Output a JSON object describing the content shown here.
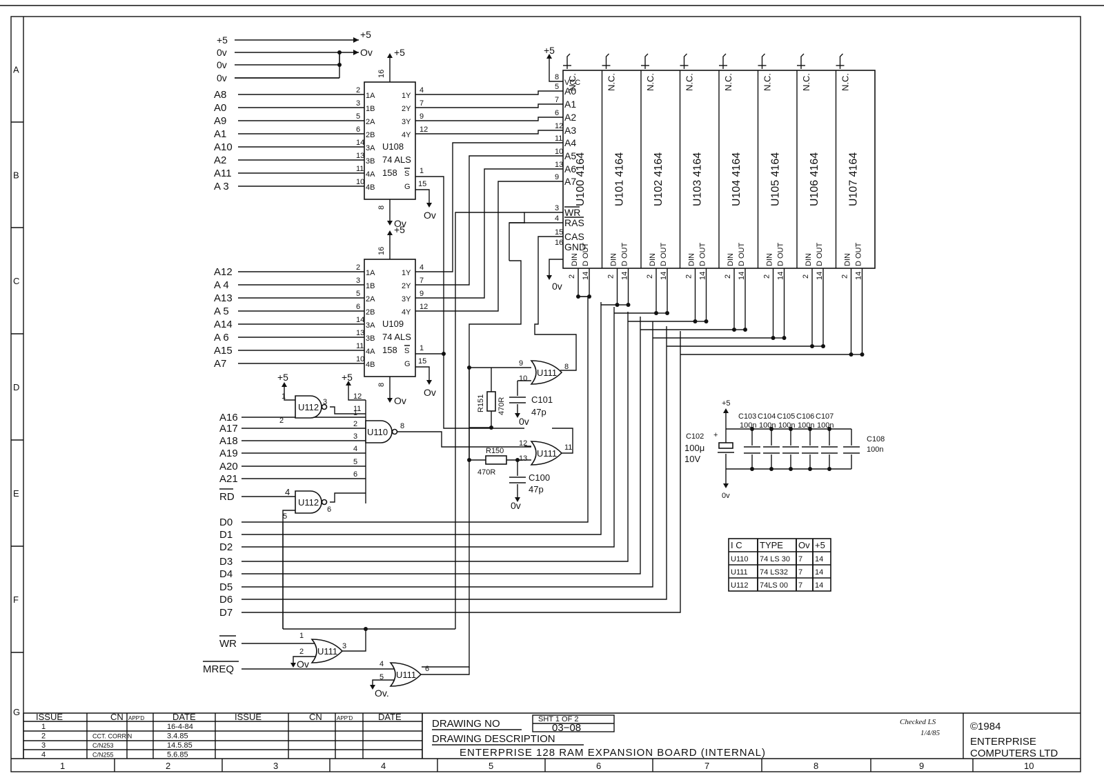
{
  "frame": {
    "rows": [
      "A",
      "B",
      "C",
      "D",
      "E",
      "F",
      "G"
    ],
    "cols": [
      "1",
      "2",
      "3",
      "4",
      "5",
      "6",
      "7",
      "8",
      "9",
      "10"
    ]
  },
  "power": {
    "plus5": "+5",
    "ov": "0v",
    "ov_alt": "Ov",
    "ov_dot": "Ov."
  },
  "inputs": {
    "mux1": [
      "A8",
      "A0",
      "A9",
      "A1",
      "A10",
      "A2",
      "A11",
      "A 3"
    ],
    "mux2": [
      "A12",
      "A 4",
      "A13",
      "A 5",
      "A14",
      "A 6",
      "A15",
      "A7"
    ],
    "nand": [
      "A16",
      "A17",
      "A18",
      "A19",
      "A20",
      "A21"
    ],
    "rd": "RD",
    "data": [
      "D0",
      "D1",
      "D2",
      "D3",
      "D4",
      "D5",
      "D6",
      "D7"
    ],
    "wr": "WR",
    "mreq": "MREQ"
  },
  "mux": {
    "u108": {
      "name": "U108",
      "type1": "74 ALS",
      "type2": "158"
    },
    "u109": {
      "name": "U109",
      "type1": "74 ALS",
      "type2": "158"
    },
    "in_pins": [
      "1A",
      "1B",
      "2A",
      "2B",
      "3A",
      "3B",
      "4A",
      "4B"
    ],
    "in_nums": [
      "2",
      "3",
      "5",
      "6",
      "14",
      "13",
      "11",
      "10"
    ],
    "out_pins": [
      "1Y",
      "2Y",
      "3Y",
      "4Y"
    ],
    "out_nums": [
      "4",
      "7",
      "9",
      "12"
    ],
    "sel": "S",
    "gate": "G",
    "pin_sel": "1",
    "pin_gate": "15",
    "pin_vcc": "16",
    "pin_gnd": "8"
  },
  "ram": {
    "chips": [
      "U100  4164",
      "U101  4164",
      "U102  4164",
      "U103  4164",
      "U104  4164",
      "U105  4164",
      "U106  4164",
      "U107  4164"
    ],
    "nc": "N.C.",
    "left_pins": [
      "VCC",
      "A0",
      "A1",
      "A2",
      "A3",
      "A4",
      "A5",
      "A6",
      "A7",
      "WR",
      "RAS",
      "CAS",
      "GND"
    ],
    "left_nums": [
      "8",
      "5",
      "7",
      "6",
      "12",
      "11",
      "10",
      "13",
      "9",
      "3",
      "4",
      "15",
      "16"
    ],
    "din": "DIN",
    "dout": "D OUT",
    "pin_din": "2",
    "pin_dout": "14"
  },
  "gates": {
    "u112": "U112",
    "u110": "U110",
    "u111": "U111",
    "nand_pins": [
      "12",
      "11",
      "1",
      "2",
      "3",
      "4",
      "5",
      "6"
    ],
    "u110_out": "8"
  },
  "passives": {
    "r151": "R151",
    "r151_val": "470R",
    "r150": "R150",
    "r150_val": "470R",
    "c101": "C101",
    "c101_val": "47p",
    "c100": "C100",
    "c100_val": "47p",
    "c102": "C102",
    "c102_val": "100μ",
    "c102_volt": "10V",
    "caps": [
      "C103",
      "C104",
      "C105",
      "C106",
      "C107"
    ],
    "cap_val": "100n",
    "c108": "C108"
  },
  "ic_table": {
    "headers": [
      "I C",
      "TYPE",
      "Ov",
      "+5"
    ],
    "rows": [
      [
        "U110",
        "74 LS 30",
        "7",
        "14"
      ],
      [
        "U111",
        "74 LS32",
        "7",
        "14"
      ],
      [
        "U112",
        "74LS 00",
        "7",
        "14"
      ]
    ]
  },
  "titleblock": {
    "issue_headers": [
      "ISSUE",
      "CN",
      "APP'D",
      "DATE",
      "ISSUE",
      "CN",
      "APP'D",
      "DATE"
    ],
    "issues": [
      [
        "1",
        "",
        "",
        "16-4-84"
      ],
      [
        "2",
        "CCT. CORR'N",
        "",
        "3.4.85"
      ],
      [
        "3",
        "C/N253",
        "",
        "14.5.85"
      ],
      [
        "4",
        "C/N255",
        "",
        "5.6.85"
      ]
    ],
    "drawing_no_label": "DRAWING  NO",
    "sheet": "SHT  1  OF  2",
    "drawing_no": "03−08",
    "desc_label": "DRAWING  DESCRIPTION",
    "description": "ENTERPRISE  128  RAM  EXPANSION  BOARD  (INTERNAL)",
    "checked": "Checked LS",
    "checked_date": "1/4/85",
    "copyright": "©1984",
    "company1": "ENTERPRISE",
    "company2": "COMPUTERS LTD"
  }
}
